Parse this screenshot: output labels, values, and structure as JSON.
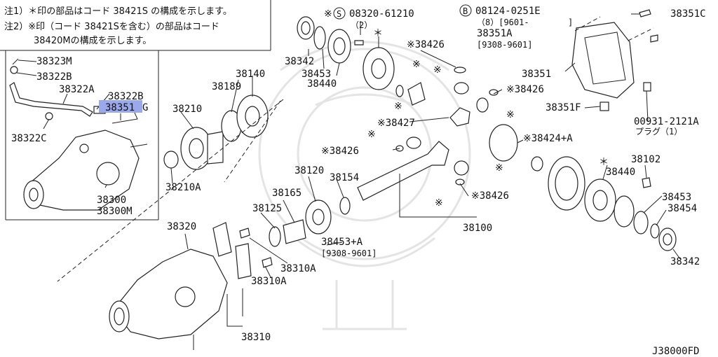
{
  "notes": {
    "note1": "注1）＊印の部品はコード 38421S の構成を示します。",
    "note2a": "注2）※印（コード 38421Sを含む）の部品はコード",
    "note2b": "38420Mの構成を示します。"
  },
  "inset": {
    "p38323M": "38323M",
    "p38322B_top": "38322B",
    "p38322A": "38322A",
    "p38322B_mid": "38322B",
    "p38351G_hl": "38351",
    "p38351G_suffix": "G",
    "p38322C": "38322C",
    "p38300": "38300",
    "p38300M": "38300M"
  },
  "highlight_color": "#9aa8ec",
  "labels": {
    "bolt_code": "08320-61210",
    "bolt_qty": "（2）",
    "bolt_mark": "※",
    "bolt_circle": "S",
    "star1": "＊",
    "p38342a": "38342",
    "p38453a": "38453",
    "p38440a": "38440",
    "p38426a": "※38426",
    "p38426b": "※38426",
    "p38426c": "※38426",
    "p38426d": "※38426",
    "p38427": "※38427",
    "p38424": "※38424+A",
    "mark1": "※",
    "mark2": "※",
    "mark3": "※",
    "mark4": "※",
    "mark5": "※",
    "mark6": "※",
    "mark7": "※",
    "b_circle": "B",
    "b_code": "08124-0251E",
    "b_qty": "（8）[9601-",
    "b_qty_end": "]",
    "p38351A": "38351A",
    "p38351A_range": "[9308-9601]",
    "p38351C": "38351C",
    "p38351": "38351",
    "p38351F": "38351F",
    "plug_code": "00931-2121A",
    "plug_name": "プラグ（1）",
    "p38140": "38140",
    "p38189": "38189",
    "p38210": "38210",
    "p38210A": "38210A",
    "p38120": "38120",
    "p38154": "38154",
    "p38165": "38165",
    "p38125": "38125",
    "p38453A": "38453+A",
    "p38453A_range": "[9308-9601]",
    "p38100": "38100",
    "star2": "＊",
    "p38440b": "38440",
    "p38102": "38102",
    "p38453b": "38453",
    "p38454": "38454",
    "p38342b": "38342",
    "p38320": "38320",
    "p38310A_a": "38310A",
    "p38310A_b": "38310A",
    "p38310": "38310",
    "diagram_code": "J38000FD"
  }
}
